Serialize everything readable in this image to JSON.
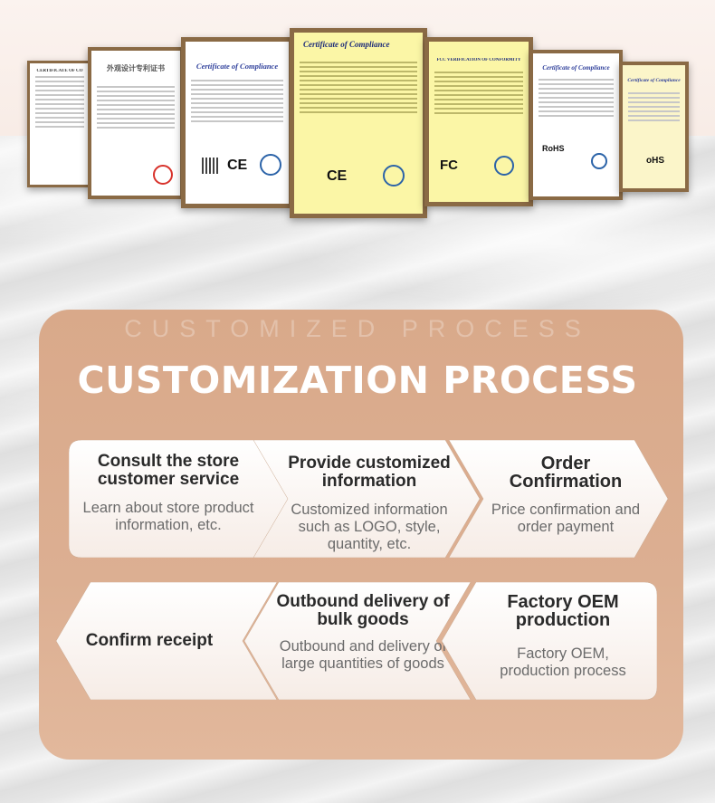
{
  "section_eyebrow": "CUSTOMIZED PROCESS",
  "section_title": "CUSTOMIZATION PROCESS",
  "steps": [
    {
      "title": "Consult the store customer service",
      "desc": "Learn about store product information, etc."
    },
    {
      "title": "Provide customized information",
      "desc": "Customized information such as LOGO, style, quantity, etc."
    },
    {
      "title": "Order Confirmation",
      "desc": "Price confirmation and order payment"
    },
    {
      "title": "Confirm receipt",
      "desc": ""
    },
    {
      "title": "Outbound delivery of bulk goods",
      "desc": "Outbound and delivery of large quantities of goods"
    },
    {
      "title": "Factory OEM production",
      "desc": "Factory OEM, production process"
    }
  ],
  "certificates": {
    "c1_title": "CERTIFICATE OF CO",
    "c2_title": "外观设计专利证书",
    "c3_title": "Certificate of Compliance",
    "c4_title": "Certificate of Compliance",
    "c5_title": "FCC VERIFICATION OF CONFORMITY",
    "c6_title": "Certificate of Compliance",
    "c7_title": "Certificate of Compliance",
    "mark_ce": "CE",
    "mark_fcc": "FC",
    "mark_rohs": "RoHS",
    "mark_ohs": "oHS"
  },
  "colors": {
    "panel": "#d9a98a",
    "card": "#fdf7f4",
    "frame": "#8a6a45",
    "title": "#ffffff",
    "step_title": "#2a2a2a",
    "step_desc": "#6b6b6b"
  }
}
